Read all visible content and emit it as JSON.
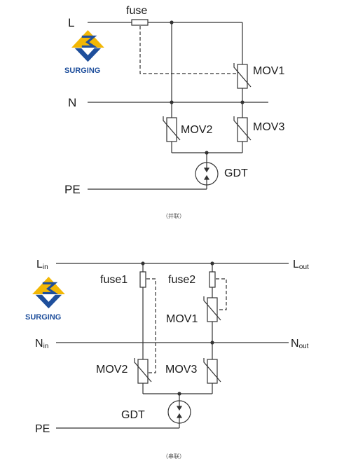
{
  "diagrams": [
    {
      "line_label": "L",
      "neutral_label": "N",
      "earth_label": "PE",
      "fuse_label": "fuse",
      "mov1_label": "MOV1",
      "mov2_label": "MOV2",
      "mov3_label": "MOV3",
      "gdt_label": "GDT",
      "caption": "（并联）"
    },
    {
      "line_in": {
        "main": "L",
        "sub": "in"
      },
      "line_out": {
        "main": "L",
        "sub": "out"
      },
      "neutral_in": {
        "main": "N",
        "sub": "in"
      },
      "neutral_out": {
        "main": "N",
        "sub": "out"
      },
      "earth_label": "PE",
      "fuse1_label": "fuse1",
      "fuse2_label": "fuse2",
      "mov1_label": "MOV1",
      "mov2_label": "MOV2",
      "mov3_label": "MOV3",
      "gdt_label": "GDT",
      "caption": "（串联）"
    }
  ],
  "logo": {
    "text": "SURGING",
    "colors": {
      "gold": "#f2b705",
      "blue": "#1f4f9c"
    }
  }
}
